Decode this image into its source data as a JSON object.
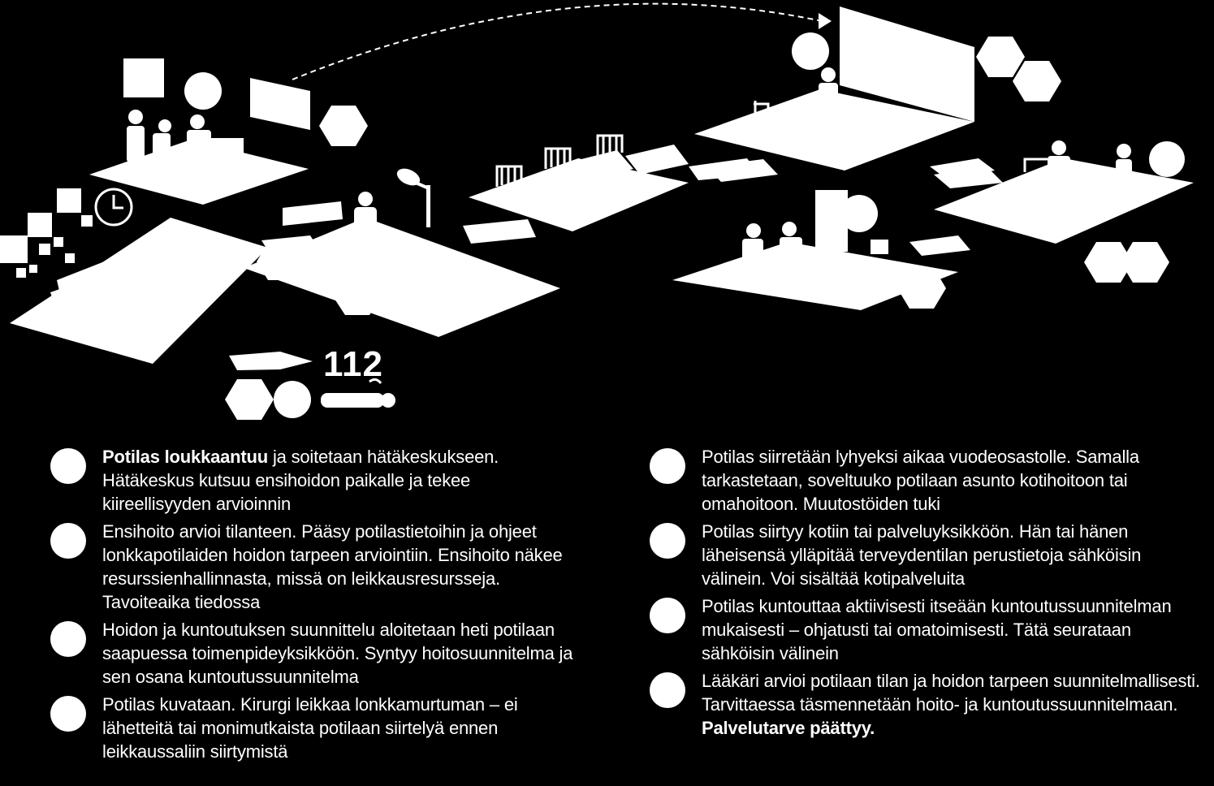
{
  "emergency_number": "112",
  "steps_left": [
    {
      "bold": "Potilas loukkaantuu",
      "text": " ja soitetaan hätäkeskukseen. Hätäkeskus kutsuu ensihoidon paikalle ja tekee kiireellisyyden arvioinnin",
      "bold_end": ""
    },
    {
      "bold": "",
      "text": "Ensihoito arvioi tilanteen. Pääsy potilastietoihin ja ohjeet lonkkapotilaiden hoidon tarpeen arviointiin. Ensihoito näkee resurssienhallinnasta, missä on leikkausresursseja. Tavoiteaika tiedossa",
      "bold_end": ""
    },
    {
      "bold": "",
      "text": "Hoidon ja kuntoutuksen suunnittelu aloitetaan heti potilaan saapuessa toimenpideyksikköön. Syntyy hoitosuunnitelma ja sen osana kuntoutussuunnitelma",
      "bold_end": ""
    },
    {
      "bold": "",
      "text": "Potilas kuvataan. Kirurgi leikkaa lonkkamurtuman – ei lähetteitä tai monimutkaista potilaan siirtelyä ennen leikkaussaliin siirtymistä",
      "bold_end": ""
    }
  ],
  "steps_right": [
    {
      "bold": "",
      "text": "Potilas siirretään lyhyeksi aikaa vuodeosastolle. Samalla tarkastetaan, soveltuuko potilaan asunto kotihoitoon tai omahoitoon. Muutostöiden tuki",
      "bold_end": ""
    },
    {
      "bold": "",
      "text": "Potilas siirtyy kotiin tai palveluyksikköön. Hän tai hänen läheisensä ylläpitää terveydentilan perustietoja sähköisin välinein. Voi sisältää kotipalveluita",
      "bold_end": ""
    },
    {
      "bold": "",
      "text": "Potilas kuntouttaa aktiivisesti itseään kuntoutussuunnitelman mukaisesti – ohjatusti tai omatoimisesti. Tätä seurataan sähköisin välinein",
      "bold_end": ""
    },
    {
      "bold": "",
      "text": "Lääkäri arvioi potilaan tilan ja hoidon tarpeen suunnitelmallisesti. Tarvittaessa täsmennetään hoito- ja kuntoutussuunnitelmaan. ",
      "bold_end": "Palvelutarve päättyy."
    }
  ]
}
